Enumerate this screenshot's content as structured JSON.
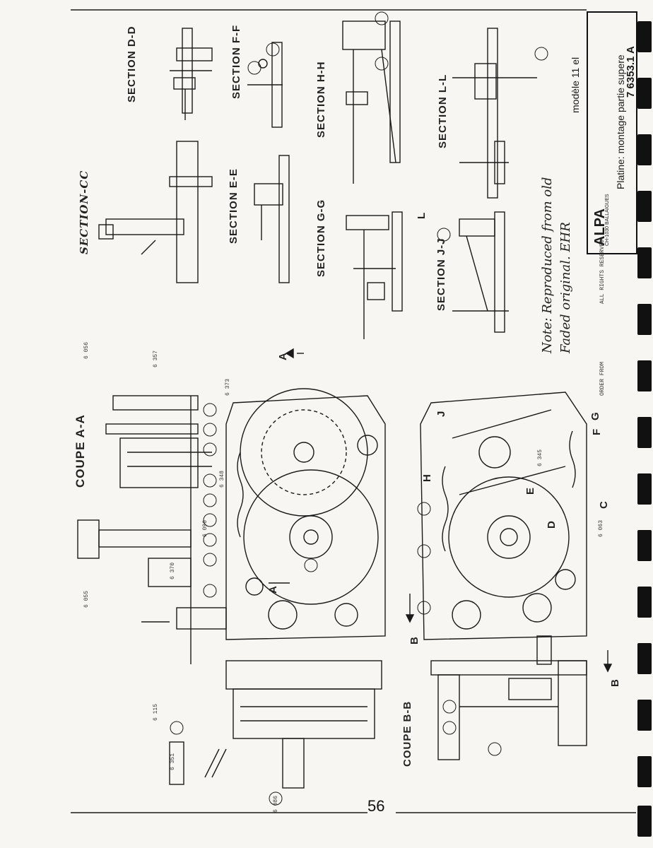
{
  "page_number": "56",
  "title_block": {
    "brand": "ALPA",
    "title": "Platine: montage partie supere",
    "drawing_number": "7 6353.1 A",
    "model": "modèle 11 el",
    "rights": "ALL RIGHTS RESERVED",
    "address": "CH-1030 BALLAIGUES",
    "order": "ORDER FROM"
  },
  "handwritten_note": {
    "line1": "Note: Reproduced from old",
    "line2": "Faded original. EHR"
  },
  "sections": {
    "dd": "SECTION D-D",
    "ff": "SECTION F-F",
    "hh": "SECTION H-H",
    "ll": "SECTION L-L",
    "cc": "SECTION-CC",
    "ee": "SECTION E-E",
    "gg": "SECTION G-G",
    "jj": "SECTION J-J",
    "coupe_aa": "COUPE A-A",
    "coupe_bb": "COUPE B-B"
  },
  "markers": {
    "a_top": "A",
    "a_bottom": "A",
    "b_left": "B",
    "b_right": "B",
    "j": "J",
    "h": "H",
    "e": "E",
    "d": "D",
    "c": "C",
    "f": "F",
    "g": "G",
    "l": "L"
  },
  "part_numbers": {
    "a": "6 056",
    "b": "6 055",
    "c": "6 348",
    "d": "6 086",
    "e": "6 373",
    "f": "6 357",
    "g": "6 370",
    "h": "6 115",
    "i": "6 351",
    "j": "6 345",
    "k": "6 090",
    "l": "6 063"
  },
  "colors": {
    "ink": "#1a1a1a",
    "paper": "#f7f6f2"
  }
}
